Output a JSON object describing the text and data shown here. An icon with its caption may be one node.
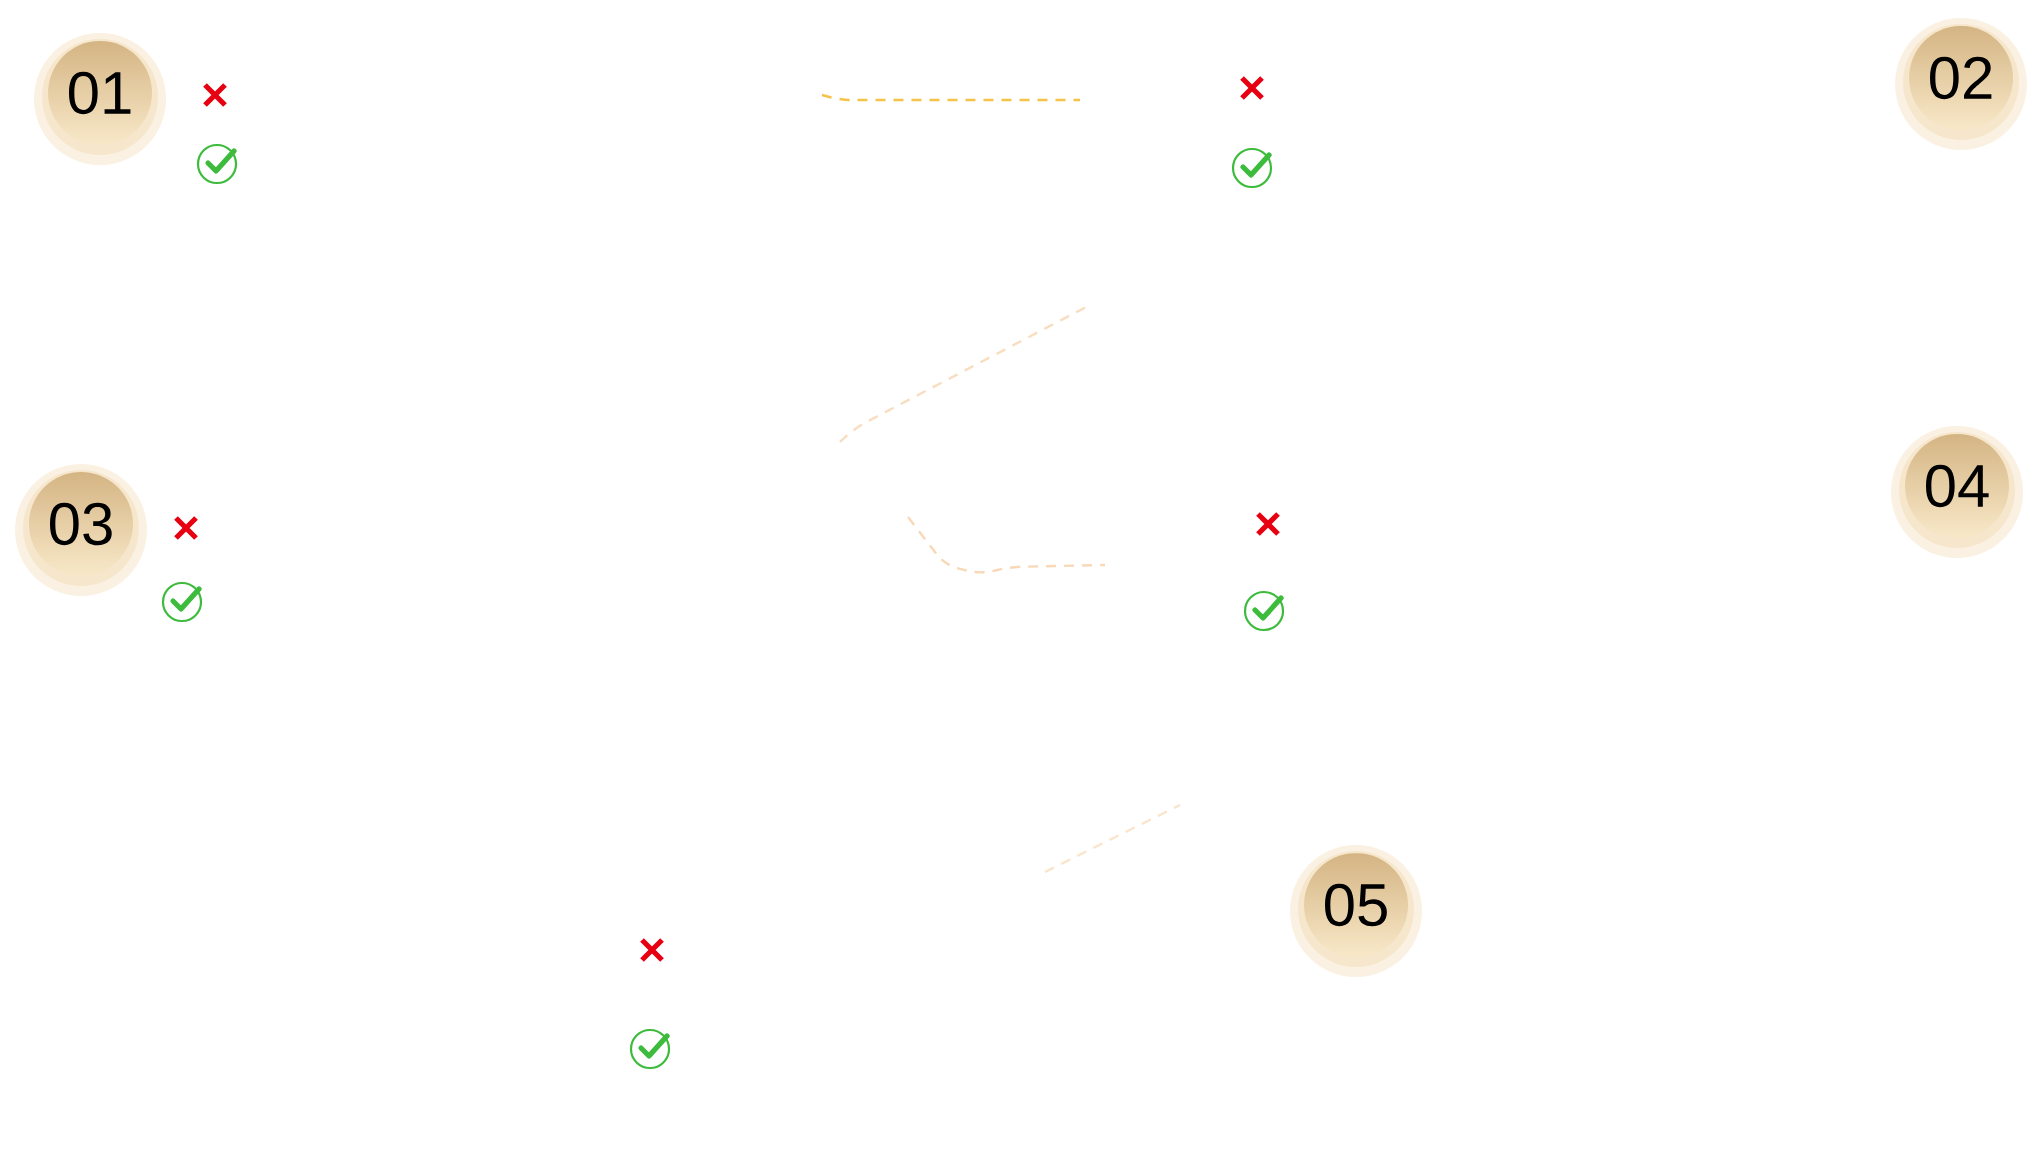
{
  "diagram": {
    "nodes": [
      {
        "text": [
          "01"
        ]
      },
      {
        "text": [
          "02"
        ]
      },
      {
        "text": [
          "03"
        ]
      },
      {
        "text": [
          "04"
        ]
      },
      {
        "text": [
          "05"
        ]
      }
    ]
  }
}
